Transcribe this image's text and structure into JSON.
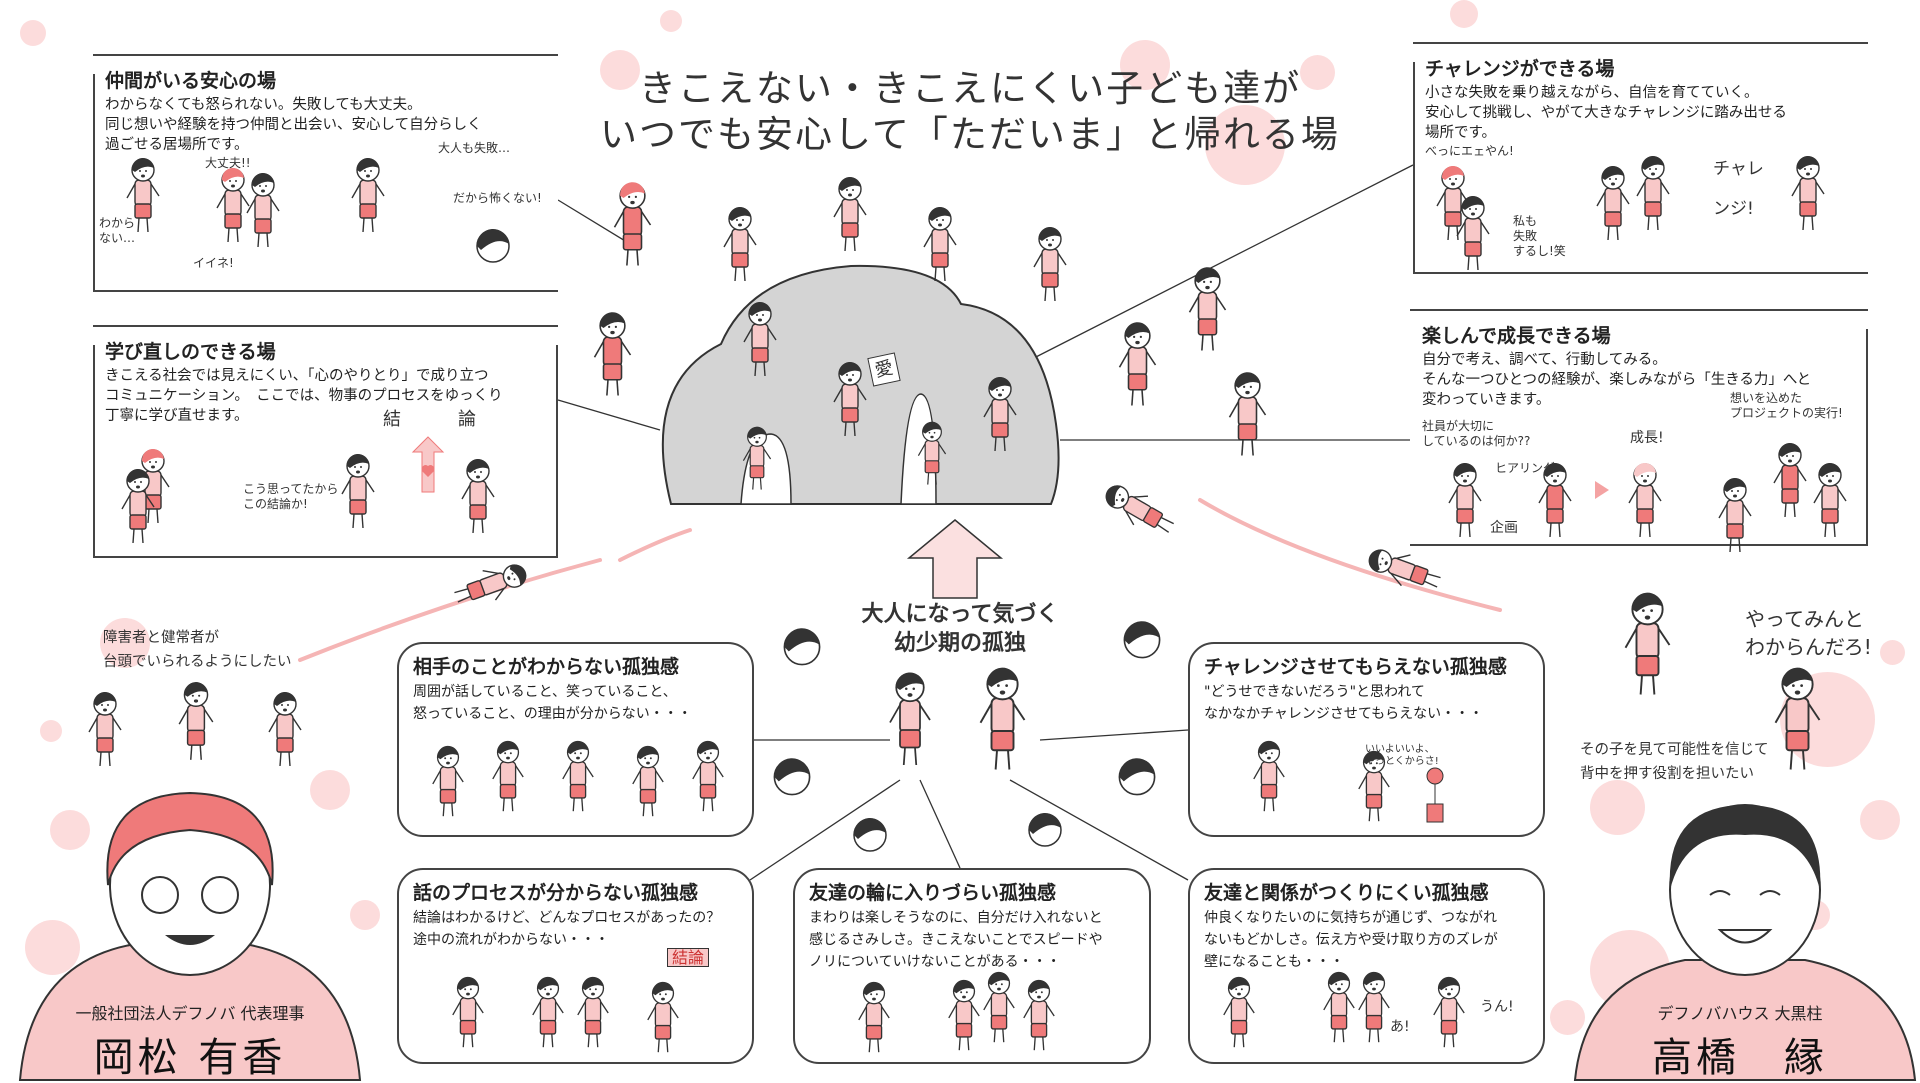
{
  "title": {
    "line1": "きこえない・きこえにくい子ども達が",
    "line2": "いつでも安心して「ただいま」と帰れる場"
  },
  "places": [
    {
      "heading": "仲間がいる安心の場",
      "body": "わからなくても怒られない。失敗しても大丈夫。\n同じ想いや経験を持つ仲間と出会い、安心して自分らしく\n過ごせる居場所です。"
    },
    {
      "heading": "学び直しのできる場",
      "body": "きこえる社会では見えにくい、「心のやりとり」で成り立つ\nコミュニケーション。　ここでは、物事のプロセスをゆっくり\n丁寧に学び直せます。"
    },
    {
      "heading": "チャレンジができる場",
      "body": "小さな失敗を乗り越えながら、自信を育てていく。\n安心して挑戦し、やがて大きなチャレンジに踏み出せる\n場所です。"
    },
    {
      "heading": "楽しんで成長できる場",
      "body": "自分で考え、調べて、行動してみる。\nそんな一つひとつの経験が、楽しみながら「生きる力」へと\n変わっていきます。"
    }
  ],
  "center": {
    "label": "大人になって気づく\n幼少期の孤独"
  },
  "loneliness": [
    {
      "heading": "相手のことがわからない孤独感",
      "body": "周囲が話していること、笑っていること、\n怒っていること、の理由が分からない・・・"
    },
    {
      "heading": "チャレンジさせてもらえない孤独感",
      "body": "\"どうせできないだろう\"と思われて\nなかなかチャレンジさせてもらえない・・・"
    },
    {
      "heading": "話のプロセスが分からない孤独感",
      "body": "結論はわかるけど、どんなプロセスがあったの？\n途中の流れがわからない・・・"
    },
    {
      "heading": "友達の輪に入りづらい孤独感",
      "body": "まわりは楽しそうなのに、自分だけ入れないと\n感じるさみしさ。きこえないことでスピードや\nノリについていけないことがある・・・"
    },
    {
      "heading": "友達と関係がつくりにくい孤独感",
      "body": "仲良くなりたいのに気持ちが通じず、つながれ\nないもどかしさ。伝え方や受け取り方のズレが\n壁になることも・・・"
    }
  ],
  "handwritten": {
    "wakarana": "わから\nない…",
    "daijoubu": "大丈夫!!",
    "iine": "イイネ!",
    "otona_shippai": "大人も失敗…",
    "dakara": "だから怖くない!",
    "kou_omotte": "こう思ってたから\nこの結論か!",
    "ketsu": "結",
    "ron": "論",
    "betsu": "べっにエェやん!",
    "watashimo": "私も\n失敗\nするし!笑",
    "challe": "チャレ\nンジ!",
    "shain": "社員が大切に\nしているのは何か??",
    "hearing": "ヒアリング",
    "kikaku": "企画",
    "seichou": "成長!",
    "omoi": "想いを込めた\nプロジェクトの実行!",
    "ai": "愛",
    "ketsuron_sign": "結論",
    "iiyo": "いいよいいよ、\nやっとくからさ!",
    "a": "あ!",
    "un": "うん!",
    "yattemin": "やってみんと\nわからんだろ!"
  },
  "left_caption": "障害者と健常者が\n台頭でいられるようにしたい",
  "right_caption": "その子を見て可能性を信じて\n背中を押す役割を担いたい",
  "people": [
    {
      "role": "一般社団法人デフノバ 代表理事",
      "name": "岡松 有香"
    },
    {
      "role": "デフノバハウス 大黒柱",
      "name": "高橋　縁"
    }
  ],
  "colors": {
    "pink_light": "#fcdcdc",
    "pink_shirt": "#f8c8c8",
    "red_pants": "#ef7a7a",
    "hair": "#333333",
    "rock": "#d4d4d4"
  }
}
